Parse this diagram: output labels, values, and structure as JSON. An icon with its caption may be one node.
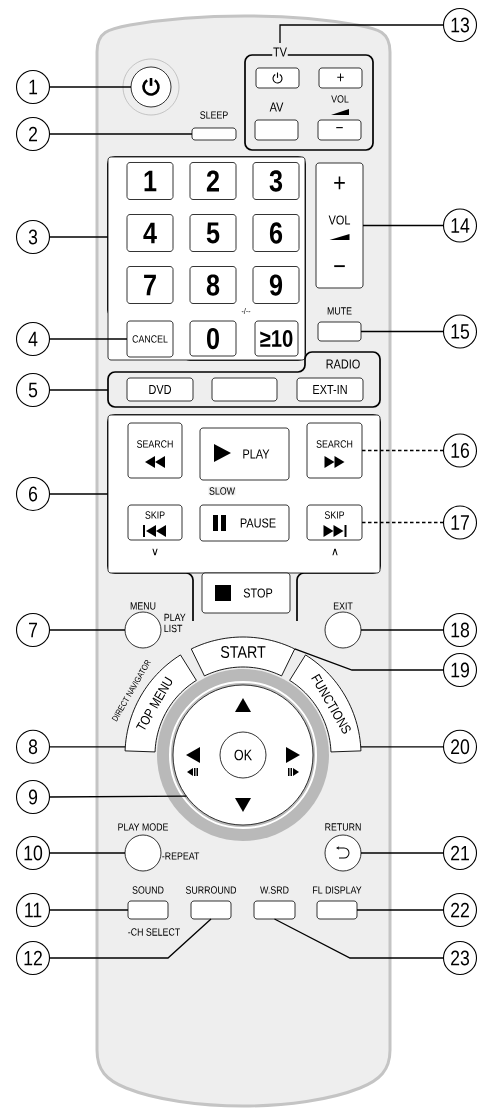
{
  "diagram": {
    "nodes": [
      {
        "text": [],
        "shape": "circle"
      },
      {
        "text": [
          "TV"
        ]
      },
      {
        "text": [],
        "shape": "box",
        "in": 1
      },
      {
        "text": [
          "+"
        ],
        "in": 1
      },
      {
        "text": [
          "AV"
        ],
        "in": 1
      },
      {
        "text": [
          "VOL",
          "−"
        ],
        "in": 1
      },
      {
        "text": [
          "SLEEP"
        ]
      },
      {
        "text": [],
        "shape": "box"
      },
      {
        "text": [
          "1"
        ],
        "in": 7
      },
      {
        "text": [
          "2"
        ],
        "in": 7
      },
      {
        "text": [
          "3"
        ],
        "in": 7
      },
      {
        "text": [
          "4"
        ],
        "in": 7
      },
      {
        "text": [
          "5"
        ],
        "in": 7
      },
      {
        "text": [
          "6"
        ],
        "in": 7
      },
      {
        "text": [
          "7"
        ],
        "in": 7
      },
      {
        "text": [
          "8"
        ],
        "in": 7
      },
      {
        "text": [
          "9"
        ],
        "in": 7
      },
      {
        "text": [
          "0"
        ],
        "in": 7
      },
      {
        "text": [
          "≥10"
        ],
        "beside": [
          "-/--"
        ],
        "in": 7
      },
      {
        "text": [
          "+",
          "VOL",
          "−"
        ]
      },
      {
        "text": [
          "CANCEL"
        ]
      },
      {
        "text": [
          "MUTE"
        ]
      },
      {
        "text": [
          "RADIO"
        ]
      },
      {
        "text": [
          "DVD"
        ],
        "in": 22
      },
      {
        "text": [],
        "shape": "box",
        "in": 22
      },
      {
        "text": [
          "EXT-IN"
        ],
        "in": 22
      },
      {
        "text": [],
        "shape": "box"
      },
      {
        "text": [
          "SEARCH"
        ],
        "in": 26
      },
      {
        "text": [
          "PLAY"
        ],
        "in": 26
      },
      {
        "text": [
          "SEARCH"
        ],
        "in": 26
      },
      {
        "text": [
          "SKIP"
        ],
        "beside": [
          "∨"
        ],
        "in": 26
      },
      {
        "text": [
          "PAUSE"
        ],
        "in": 26
      },
      {
        "text": [
          "SKIP"
        ],
        "beside": [
          "∧"
        ],
        "in": 26
      },
      {
        "text": [
          "STOP"
        ]
      },
      {
        "text": [
          "MENU",
          "PLAY LIST"
        ]
      },
      {
        "text": [
          "EXIT"
        ]
      },
      {
        "text": [
          "START"
        ]
      },
      {
        "text": [
          "DIRECT NAVIGATOR",
          "TOP MENU"
        ]
      },
      {
        "text": [
          "FUNCTIONS"
        ]
      },
      {
        "text": [],
        "shape": "circle"
      },
      {
        "text": [
          "OK"
        ],
        "in": 39
      },
      {
        "text": [
          "PLAY MODE",
          "-REPEAT"
        ]
      },
      {
        "text": [
          "RETURN"
        ]
      },
      {
        "text": [
          "SOUND",
          "-CH SELECT"
        ]
      },
      {
        "text": [
          "SURROUND"
        ]
      },
      {
        "text": [
          "W.SRD"
        ]
      },
      {
        "text": [
          "FL DISPLAY"
        ]
      },
      {
        "text": [
          "1"
        ]
      },
      {
        "text": [
          "2"
        ]
      },
      {
        "text": [
          "3"
        ]
      },
      {
        "text": [
          "4"
        ]
      },
      {
        "text": [
          "5"
        ]
      },
      {
        "text": [
          "6"
        ]
      },
      {
        "text": [
          "7"
        ]
      },
      {
        "text": [
          "8"
        ]
      },
      {
        "text": [
          "9"
        ]
      },
      {
        "text": [
          "10"
        ]
      },
      {
        "text": [
          "11"
        ]
      },
      {
        "text": [
          "12"
        ]
      },
      {
        "text": [
          "13"
        ]
      },
      {
        "text": [
          "14"
        ]
      },
      {
        "text": [
          "15"
        ]
      },
      {
        "text": [
          "16"
        ]
      },
      {
        "text": [
          "17"
        ]
      },
      {
        "text": [
          "18"
        ]
      },
      {
        "text": [
          "19"
        ]
      },
      {
        "text": [
          "20"
        ]
      },
      {
        "text": [
          "21"
        ]
      },
      {
        "text": [
          "22"
        ]
      },
      {
        "text": [
          "23"
        ]
      }
    ],
    "edges": [
      {
        "from": 47,
        "to": 0,
        "arrow": "none"
      },
      {
        "from": 48,
        "to": 6,
        "arrow": "none"
      },
      {
        "from": 49,
        "to": 7,
        "arrow": "none"
      },
      {
        "from": 50,
        "to": 20,
        "arrow": "none"
      },
      {
        "from": 51,
        "to": 22,
        "arrow": "none"
      },
      {
        "from": 52,
        "to": 26,
        "arrow": "none"
      },
      {
        "from": 53,
        "to": 34,
        "arrow": "none"
      },
      {
        "from": 54,
        "to": 37,
        "arrow": "none"
      },
      {
        "from": 55,
        "to": 39,
        "arrow": "none"
      },
      {
        "from": 56,
        "to": 41,
        "arrow": "none"
      },
      {
        "from": 57,
        "to": 43,
        "arrow": "none"
      },
      {
        "from": 58,
        "to": 44,
        "arrow": "none"
      },
      {
        "from": 59,
        "to": 1,
        "arrow": "none"
      },
      {
        "from": 60,
        "to": 19,
        "arrow": "none"
      },
      {
        "from": 61,
        "to": 21,
        "arrow": "none"
      },
      {
        "from": 62,
        "to": 29,
        "arrow": "none",
        "style": "dashed"
      },
      {
        "from": 63,
        "to": 32,
        "arrow": "none",
        "style": "dashed"
      },
      {
        "from": 64,
        "to": 35,
        "arrow": "none"
      },
      {
        "from": 65,
        "to": 36,
        "arrow": "none"
      },
      {
        "from": 66,
        "to": 38,
        "arrow": "none"
      },
      {
        "from": 67,
        "to": 42,
        "arrow": "none"
      },
      {
        "from": 68,
        "to": 46,
        "arrow": "none"
      },
      {
        "from": 69,
        "to": 45,
        "arrow": "none"
      }
    ],
    "labels": [
      "SLOW"
    ]
  }
}
